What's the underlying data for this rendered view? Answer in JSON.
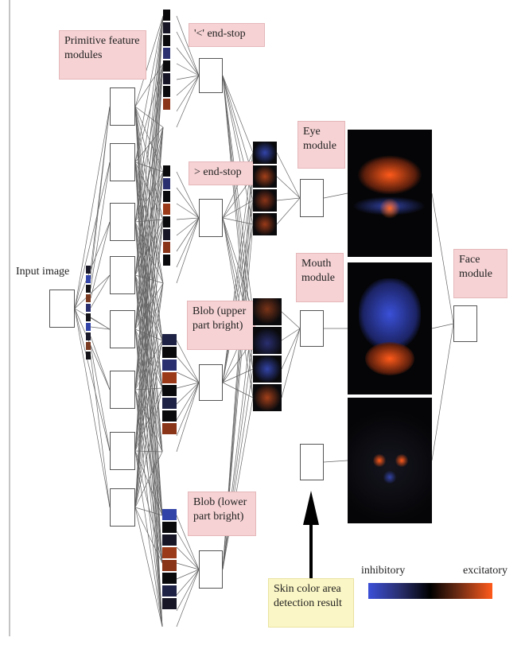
{
  "labels": {
    "primitive": "Primitive feature modules",
    "endstop_lt": "'<' end-stop",
    "endstop_gt": "> end-stop",
    "blob_upper": "Blob (upper part bright)",
    "blob_lower": "Blob (lower part bright)",
    "eye": "Eye module",
    "mouth": "Mouth module",
    "face": "Face module",
    "input": "Input image",
    "skin": "Skin color area detection result"
  },
  "legend": {
    "inhibitory": "inhibitory",
    "excitatory": "excitatory"
  },
  "colors": {
    "label_pink": "#f6d2d4",
    "label_yellow": "#fbf6c5",
    "inhibitory": "#3b4fd8",
    "excitatory": "#ff5a1a"
  }
}
